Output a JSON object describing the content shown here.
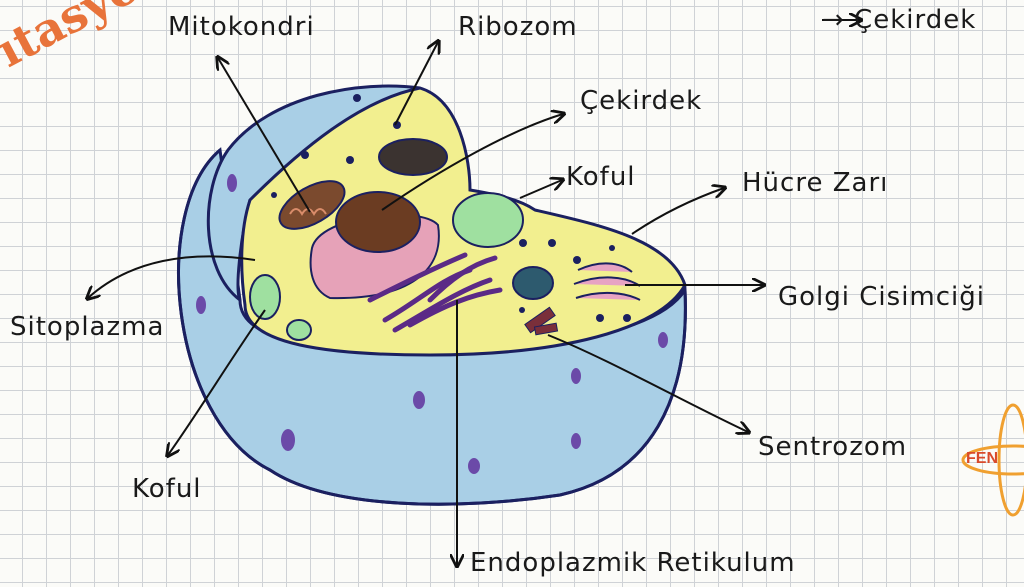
{
  "title_fragment": "ıtasyon",
  "labels": {
    "mitokondri": "Mitokondri",
    "ribozom": "Ribozom",
    "cekirdek_top": "→ Çekirdek",
    "cekirdek": "Çekirdek",
    "koful_top": "Koful",
    "hucre_zari": "Hücre Zarı",
    "golgi": "Golgi Cisimciği",
    "sitoplazma": "Sitoplazma",
    "koful_bottom": "Koful",
    "sentrozom": "Sentrozom",
    "endoplazmik": "Endoplazmik Retikulum"
  },
  "logo_text": "FEN",
  "colors": {
    "cytoplasm": "#f2ef8f",
    "cell_body": "#a9cfe6",
    "nucleus": "#6b3c22",
    "er": "#5b2a86",
    "vacuole": "#9fe0a0",
    "golgi": "#e7a3c3",
    "outline": "#1b2060",
    "title": "#e8733a"
  },
  "icons": [
    "arrow-icon",
    "nucleus-icon",
    "mitochondria-icon",
    "ribosome-icon",
    "vacuole-icon",
    "golgi-icon",
    "centrosome-icon",
    "er-icon",
    "atom-logo-icon"
  ]
}
